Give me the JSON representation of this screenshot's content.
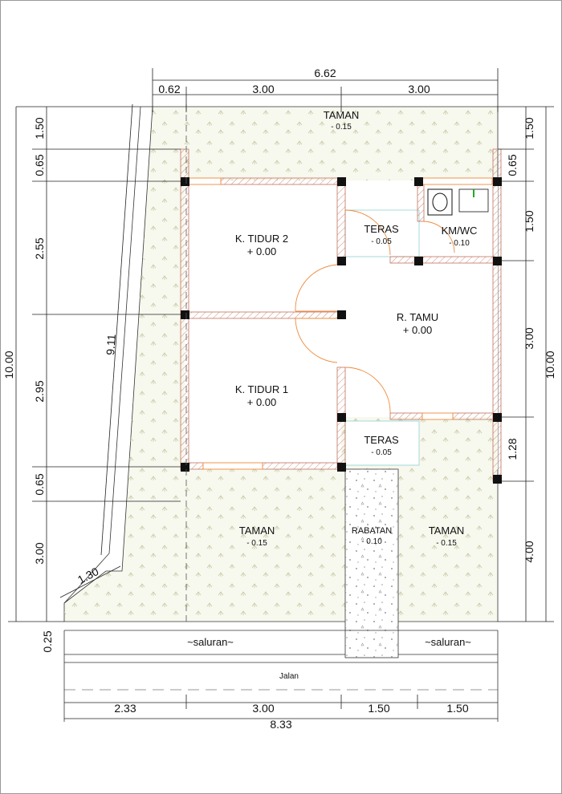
{
  "colors": {
    "garden": "#f7f8ee",
    "grass_mark": "#c9c9a6",
    "wall_hatch": "#d38a7a",
    "column": "#111111",
    "door": "#f08a3c",
    "terrace_line": "#8fd3d0",
    "dim": "#222222"
  },
  "dimensions": {
    "top": {
      "total": "6.62",
      "d1": "0.62",
      "d2": "3.00",
      "d3": "3.00"
    },
    "bottom": {
      "d1": "2.33",
      "d2": "3.00",
      "d3": "1.50",
      "d4": "1.50",
      "total": "8.33"
    },
    "left": {
      "d1": "1.50",
      "d2": "0.65",
      "d3": "2.55",
      "d4": "2.95",
      "d5": "0.65",
      "d6": "3.00",
      "d7": "0.25",
      "total": "10.00",
      "diagonal": "9.11",
      "corner": "1.30"
    },
    "right": {
      "d1": "1.50",
      "d2": "0.65",
      "d3": "1.50",
      "d4": "3.00",
      "d5": "1.28",
      "d6": "4.00",
      "total": "10.00"
    }
  },
  "rooms": {
    "taman_top": {
      "name": "TAMAN",
      "level": "- 0.15"
    },
    "k_tidur_2": {
      "name": "K. TIDUR 2",
      "level": "+ 0.00"
    },
    "k_tidur_1": {
      "name": "K. TIDUR 1",
      "level": "+ 0.00"
    },
    "teras_top": {
      "name": "TERAS",
      "level": "- 0.05"
    },
    "km_wc": {
      "name": "KM/WC",
      "level": "- 0.10"
    },
    "r_tamu": {
      "name": "R. TAMU",
      "level": "+ 0.00"
    },
    "teras_bottom": {
      "name": "TERAS",
      "level": "- 0.05"
    },
    "taman_left": {
      "name": "TAMAN",
      "level": "- 0.15"
    },
    "rabatan": {
      "name": "RABATAN",
      "level": "- 0.10"
    },
    "taman_right": {
      "name": "TAMAN",
      "level": "- 0.15"
    }
  },
  "street": {
    "saluran_left": "~saluran~",
    "saluran_right": "~saluran~",
    "jalan": "Jalan"
  }
}
